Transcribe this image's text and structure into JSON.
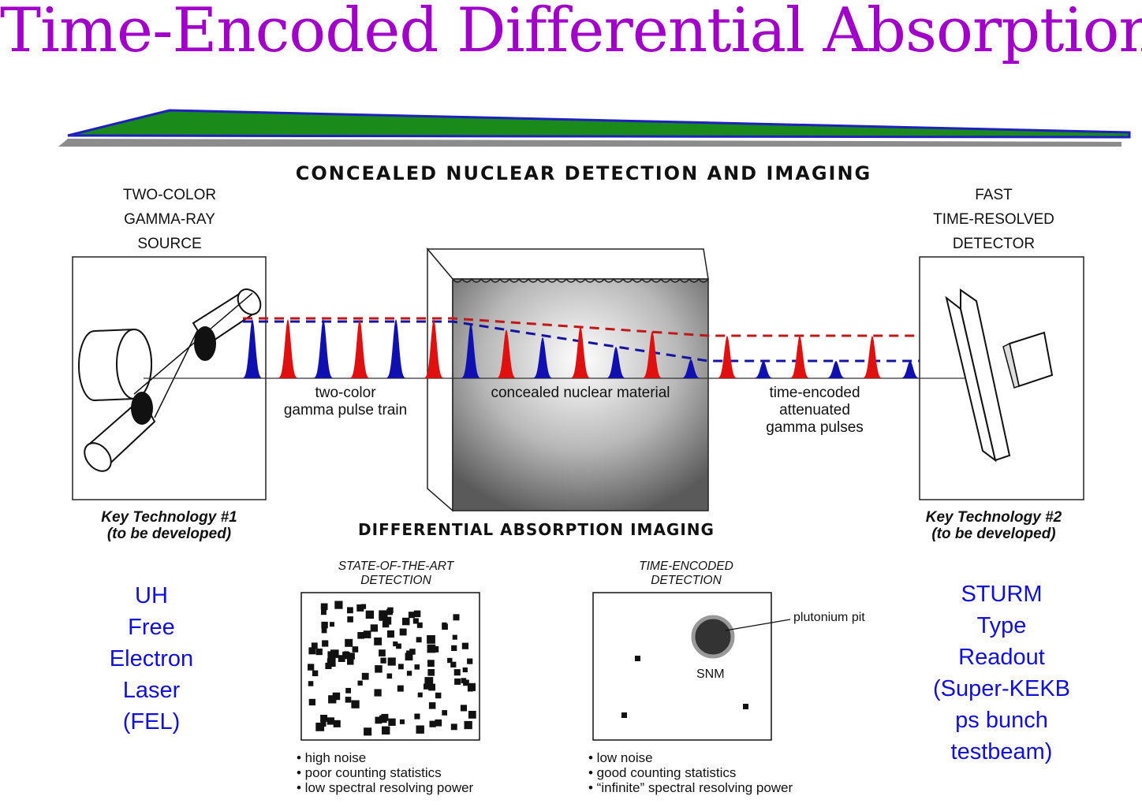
{
  "title": "Time-Encoded Differential Absorption",
  "colors": {
    "title": "#a000c8",
    "side_text": "#1010d8",
    "red_pulse": "#e01010",
    "blue_pulse": "#1010b0",
    "wedge_green": "#1a8a1a",
    "wedge_blue": "#2020c0"
  },
  "diagram": {
    "heading": "CONCEALED NUCLEAR DETECTION AND IMAGING",
    "source": {
      "lines": [
        "TWO-COLOR",
        "GAMMA-RAY",
        "SOURCE"
      ],
      "key": [
        "Key Technology #1",
        "(to be developed)"
      ]
    },
    "detector": {
      "lines": [
        "FAST",
        "TIME-RESOLVED",
        "DETECTOR"
      ],
      "key": [
        "Key Technology #2",
        "(to be developed)"
      ]
    },
    "pulse_train_label": [
      "two-color",
      "gamma pulse train"
    ],
    "material_label": "concealed nuclear material",
    "attenuated_label": [
      "time-encoded",
      "attenuated",
      "gamma pulses"
    ]
  },
  "imaging": {
    "heading": "DIFFERENTIAL ABSORPTION IMAGING",
    "sota": {
      "caption": [
        "STATE-OF-THE-ART",
        "DETECTION"
      ],
      "bullets": [
        "• high noise",
        "• poor counting statistics",
        "• low spectral resolving power"
      ]
    },
    "time_encoded": {
      "caption": [
        "TIME-ENCODED",
        "DETECTION"
      ],
      "pit_label": "plutonium pit",
      "snm_label": "SNM",
      "bullets": [
        "• low noise",
        "• good counting statistics",
        "• “infinite” spectral resolving power"
      ]
    }
  },
  "left_note": [
    "UH",
    "Free",
    "Electron",
    "Laser",
    "(FEL)"
  ],
  "right_note": [
    "STURM",
    "Type",
    "Readout",
    "(Super-KEKB",
    "ps bunch",
    "testbeam)"
  ]
}
